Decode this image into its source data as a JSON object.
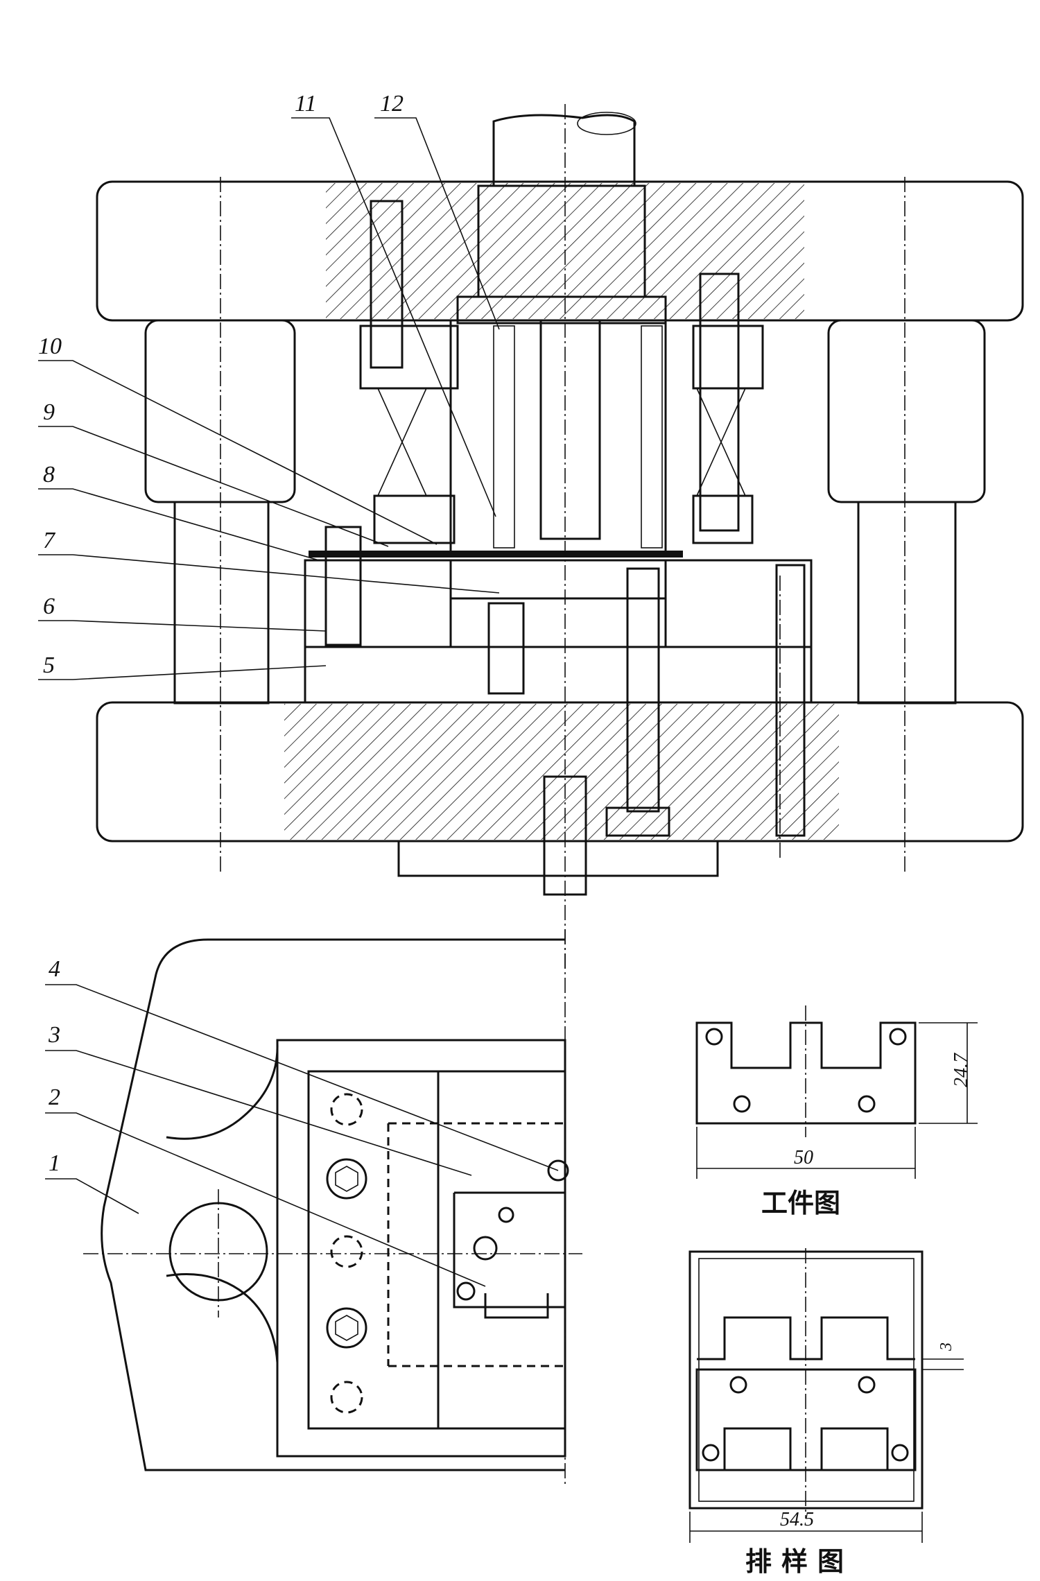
{
  "labels": {
    "part_1": "1",
    "part_2": "2",
    "part_3": "3",
    "part_4": "4",
    "part_5": "5",
    "part_6": "6",
    "part_7": "7",
    "part_8": "8",
    "part_9": "9",
    "part_10": "10",
    "part_11": "11",
    "part_12": "12"
  },
  "workpiece": {
    "caption": "工件图",
    "width_dim": "50",
    "height_dim": "24.7"
  },
  "layout_view": {
    "caption": "排样图",
    "width_dim": "54.5",
    "gap_dim": "3"
  },
  "colors": {
    "ink": "#111111",
    "paper": "#ffffff"
  }
}
